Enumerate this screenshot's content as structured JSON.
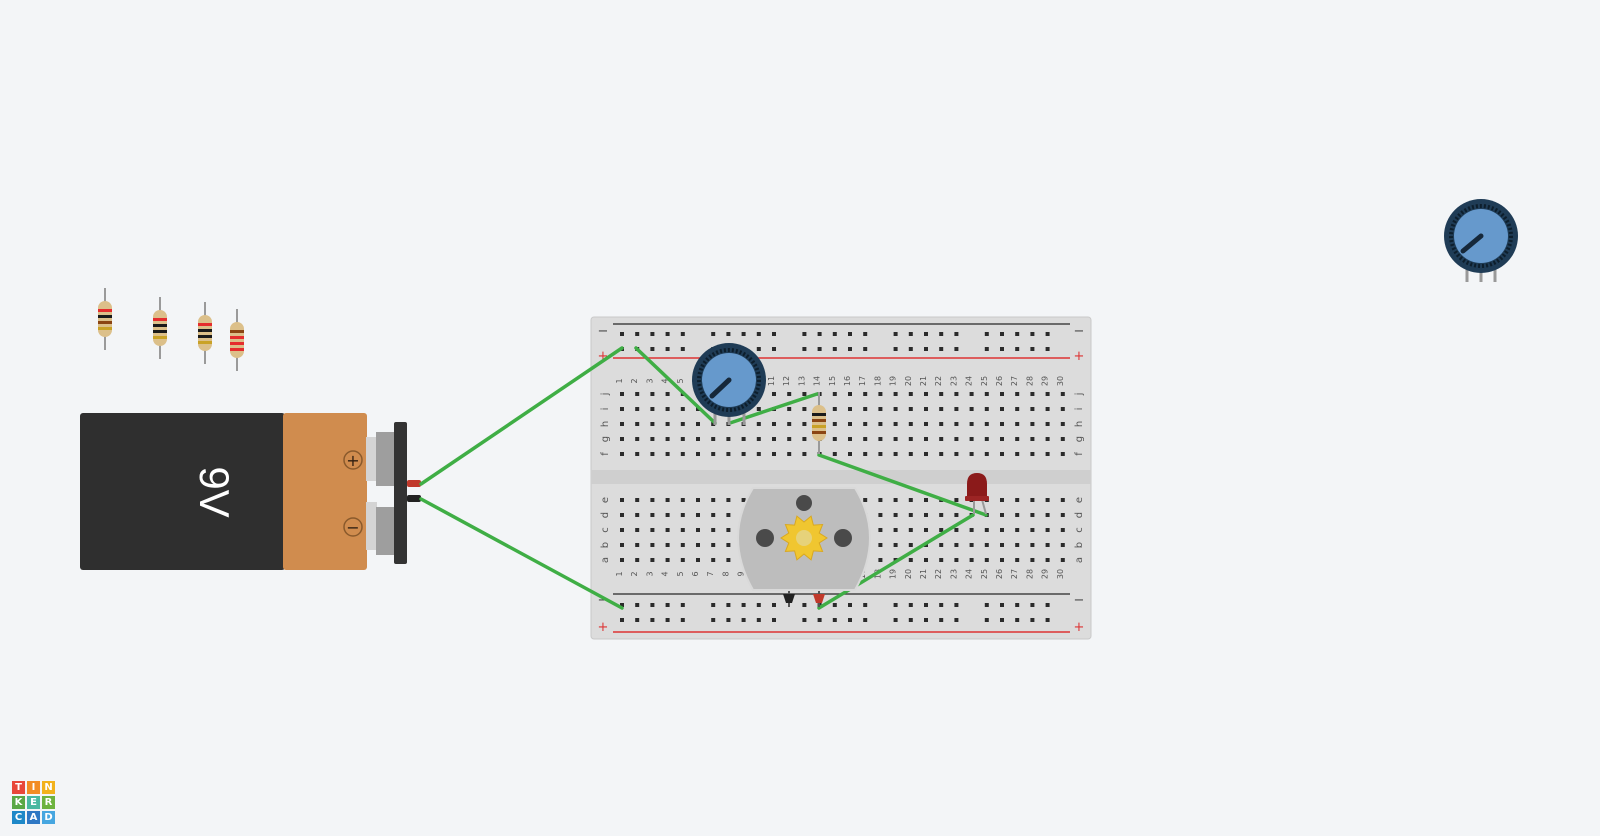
{
  "app": {
    "name": "Tinkercad"
  },
  "logo": {
    "letters": [
      "T",
      "I",
      "N",
      "K",
      "E",
      "R",
      "C",
      "A",
      "D"
    ],
    "colors": [
      "#e8473a",
      "#f28c24",
      "#f2b21c",
      "#5aa845",
      "#49b8a0",
      "#6db33f",
      "#1e88c8",
      "#2f78c4",
      "#46a6e0"
    ]
  },
  "battery": {
    "label": "9V",
    "plus": "+",
    "minus": "−"
  },
  "breadboard": {
    "row_letters_top": [
      "j",
      "i",
      "h",
      "g",
      "f"
    ],
    "row_letters_bottom": [
      "e",
      "d",
      "c",
      "b",
      "a"
    ],
    "columns": 30,
    "rail_minus": "−",
    "rail_plus": "+"
  },
  "colors": {
    "wire": "#3fae45",
    "battery_body": "#2f2f2f",
    "battery_cap": "#d08c4e",
    "pot_dial": "#6699cc",
    "led": "#8b1a1a"
  },
  "components": {
    "loose_resistors": [
      {
        "bands": [
          "#e52d2d",
          "#1a1a1a",
          "#8b4513",
          "#c9a227"
        ]
      },
      {
        "bands": [
          "#e52d2d",
          "#1a1a1a",
          "#1a1a1a",
          "#c9a227"
        ]
      },
      {
        "bands": [
          "#e52d2d",
          "#1a1a1a",
          "#1a1a1a",
          "#c9a227"
        ]
      },
      {
        "bands": [
          "#8b4513",
          "#e52d2d",
          "#e52d2d",
          "#e52d2d"
        ]
      }
    ],
    "board_resistor": {
      "bands": [
        "#1a1a1a",
        "#8b4513",
        "#c9a227",
        "#8b4513"
      ]
    }
  }
}
